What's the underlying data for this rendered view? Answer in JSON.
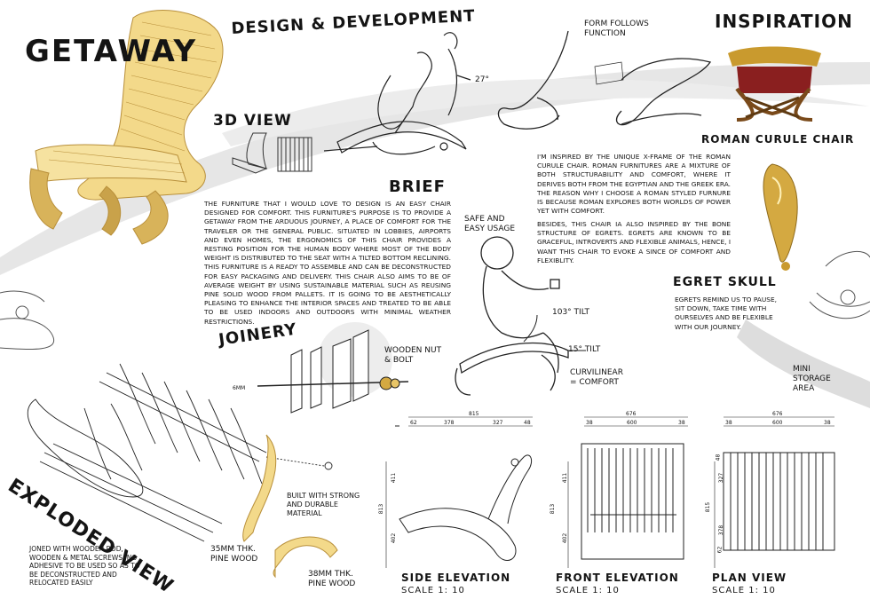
{
  "title": "GETAWAY",
  "headings": {
    "design": "DESIGN & DEVELOPMENT",
    "view3d": "3D VIEW",
    "brief": "BRIEF",
    "inspiration": "INSPIRATION",
    "roman": "ROMAN CURULE CHAIR",
    "egret": "EGRET SKULL",
    "joinery": "JOINERY",
    "exploded": "EXPLODED VIEW"
  },
  "notes": {
    "form_follows_1": "FORM FOLLOWS",
    "form_follows_2": "FUNCTION",
    "safe_1": "SAFE AND",
    "safe_2": "EASY USAGE",
    "tilt103": "103° TILT",
    "tilt15": "15° TILT",
    "curv_1": "CURVILINEAR",
    "curv_2": "= COMFORT",
    "nut_1": "WOODEN NUT",
    "nut_2": "& BOLT",
    "storage_1": "MINI",
    "storage_2": "STORAGE",
    "storage_3": "AREA",
    "built_1": "BUILT WITH STRONG",
    "built_2": "AND DURABLE",
    "built_3": "MATERIAL",
    "pine35_1": "35MM THK.",
    "pine35_2": "PINE WOOD",
    "pine38_1": "38MM THK.",
    "pine38_2": "PINE WOOD",
    "joined": "JONED WITH WOODEN ROD, WOODEN & METAL SCREWS. NO ADHESIVE TO BE USED SO AS TO BE DECONSTRUCTED AND RELOCATED EASILY",
    "mm6": "6mm",
    "deg27": "27°"
  },
  "brief_text": "THE FURNITURE THAT I WOULD LOVE TO DESIGN IS AN EASY CHAIR DESIGNED FOR COMFORT. THIS FURNITURE'S PURPOSE IS TO PROVIDE A GETAWAY FROM THE ARDUOUS JOURNEY, A PLACE OF COMFORT FOR THE TRAVELER OR THE GENERAL PUBLIC. SITUATED IN LOBBIES, AIRPORTS AND EVEN HOMES, THE ERGONOMICS OF THIS CHAIR PROVIDES A RESTING POSITION FOR THE HUMAN BODY WHERE MOST OF THE BODY WEIGHT IS DISTRIBUTED TO THE SEAT WITH A TILTED BOTTOM RECLINING. THIS FURNITURE IS A READY TO ASSEMBLE AND CAN BE DECONSTRUCTED FOR EASY PACKAGING AND DELIVERY. THIS CHAIR ALSO AIMS TO BE OF AVERAGE WEIGHT BY USING SUSTAINABLE MATERIAL SUCH AS REUSING PINE SOLID WOOD FROM PALLETS. IT IS GOING TO BE AESTHETICALLY PLEASING TO ENHANCE THE INTERIOR SPACES AND TREATED TO BE ABLE TO BE USED INDOORS AND OUTDOORS WITH MINIMAL WEATHER RESTRICTIONS.",
  "inspiration_text_1": "I'M INSPIRED BY THE UNIQUE X-FRAME OF THE ROMAN CURULE CHAIR. ROMAN FURNITURES ARE A MIXTURE OF BOTH STRUCTURABILITY AND COMFORT, WHERE IT DERIVES BOTH FROM THE EGYPTIAN AND THE GREEK ERA. THE REASON WHY I CHOOSE A ROMAN STYLED FURNURE IS BECAUSE ROMAN EXPLORES BOTH WORLDS OF POWER YET WITH COMFORT.",
  "inspiration_text_2": "BESIDES, THIS CHAIR IA ALSO INSPIRED BY THE BONE STRUCTURE OF EGRETS. EGRETS ARE KNOWN TO BE GRACEFUL, INTROVERTS AND FLEXIBLE ANIMALS, HENCE, I WANT THIS CHAIR TO EVOKE A SINCE OF COMFORT AND FLEXIBLITY.",
  "egret_text": "EGRETS REMIND US TO PAUSE, SIT DOWN, TAKE TIME WITH OURSELVES AND BE FLEXIBLE WITH OUR JOURNEY.",
  "elevations": {
    "side": {
      "title": "SIDE ELEVATION",
      "scale": "SCALE 1: 10",
      "dims_top": [
        "815",
        "62",
        "378",
        "327",
        "48"
      ],
      "dims_side": [
        "411",
        "813",
        "402"
      ]
    },
    "front": {
      "title": "FRONT ELEVATION",
      "scale": "SCALE 1: 10",
      "dims_top": [
        "676",
        "38",
        "600",
        "38"
      ],
      "dims_side": [
        "411",
        "813",
        "402"
      ]
    },
    "plan": {
      "title": "PLAN VIEW",
      "scale": "SCALE 1: 10",
      "dims_top": [
        "676",
        "38",
        "600",
        "38"
      ],
      "dims_side": [
        "48",
        "327",
        "815",
        "378",
        "62"
      ]
    }
  },
  "colors": {
    "wood": "#f3d98a",
    "wood_dark": "#c9a24a",
    "ink": "#141414",
    "swoosh": "#d9d9d9",
    "gold": "#c99a2e",
    "red": "#8a1f1f"
  }
}
